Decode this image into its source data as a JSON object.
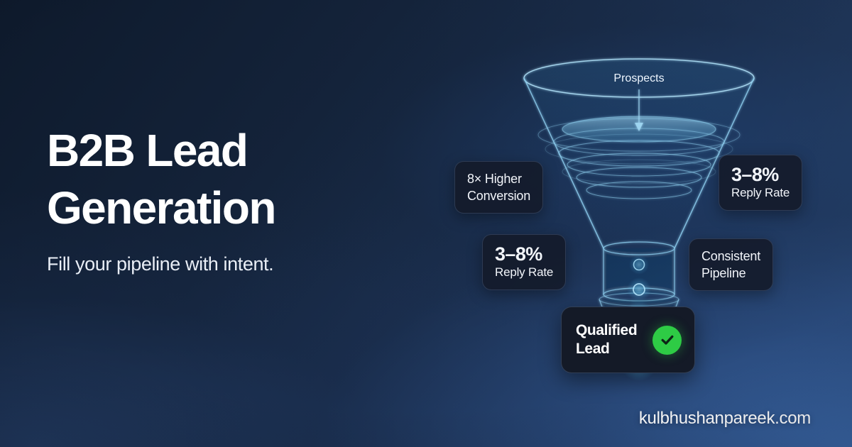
{
  "background": {
    "dark_navy": "#0e1a2c",
    "mid_navy": "#1d3253",
    "light_steel_blue": "#2b4a78"
  },
  "hero": {
    "headline_line1": "B2B Lead",
    "headline_line2": "Generation",
    "subheadline": "Fill your pipeline with intent."
  },
  "funnel": {
    "top_label": "Prospects",
    "accent_color": "#8fd0f0",
    "ring_count": 5,
    "droplet_count": 5
  },
  "badges": [
    {
      "id": "conversion",
      "big": "8× Higher",
      "small": "Conversion",
      "style": "two-line"
    },
    {
      "id": "reply_top",
      "big": "3–8%",
      "small": "Reply Rate",
      "style": "stat"
    },
    {
      "id": "reply_left",
      "big": "3–8%",
      "small": "Reply Rate",
      "style": "stat"
    },
    {
      "id": "pipeline",
      "big": "Consistent",
      "small": "Pipeline",
      "style": "two-line"
    }
  ],
  "qualified_card": {
    "line1": "Qualified",
    "line2": "Lead",
    "check_icon": "check-circle-icon",
    "check_color": "#2ecb45"
  },
  "footer": {
    "url": "kulbhushanpareek.com"
  }
}
